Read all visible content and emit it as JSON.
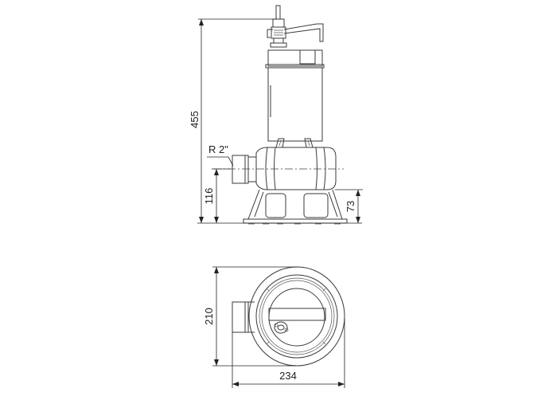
{
  "side_view": {
    "height_label": "455",
    "outlet_height_label": "116",
    "base_height_label": "73",
    "outlet_thread_label": "R 2\""
  },
  "top_view": {
    "depth_label": "210",
    "width_label": "234"
  },
  "colors": {
    "line": "#3a3a3a",
    "background": "#ffffff"
  }
}
